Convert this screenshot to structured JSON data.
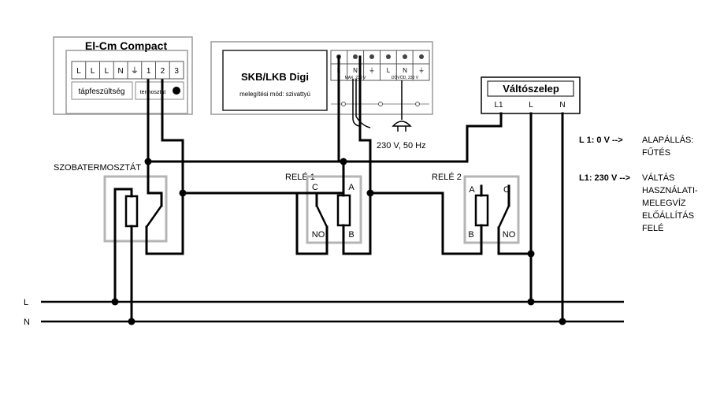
{
  "elcm": {
    "title": "El-Cm Compact",
    "terminals": [
      "L",
      "L",
      "L",
      "N",
      "⏚",
      "1",
      "2",
      "3"
    ],
    "supply_label": "tápfeszültség",
    "thermostat_label": "termosztát"
  },
  "skb": {
    "title": "SKB/LKB Digi",
    "mode_label": "melegítési mód: szivattyú",
    "terminal_labels": [
      "L",
      "N",
      "⏚",
      "L",
      "N",
      "⏚"
    ],
    "strip_left": "MAX. 230 V",
    "strip_right": "DÖVÖD, 230 V"
  },
  "supply_label": "230 V, 50 Hz",
  "valve": {
    "title": "Váltószelep",
    "terminals": [
      "L1",
      "L",
      "N"
    ]
  },
  "thermostat_label": "SZOBATERMOSZTÁT",
  "relay1": {
    "title": "RELÉ 1",
    "c": "C",
    "a": "A",
    "no": "NO",
    "b": "B"
  },
  "relay2": {
    "title": "RELÉ 2",
    "a": "A",
    "c": "C",
    "b": "B",
    "no": "NO"
  },
  "rails": {
    "l": "L",
    "n": "N"
  },
  "legend": [
    {
      "key": "L 1: 0 V -->",
      "lines": [
        "ALAPÁLLÁS:",
        "FŰTÉS"
      ]
    },
    {
      "key": "L1: 230 V -->",
      "lines": [
        "VÁLTÁS",
        "HASZNÁLATI-",
        "MELEGVÍZ",
        "ELŐÁLLÍTÁS",
        "FELÉ"
      ]
    }
  ]
}
